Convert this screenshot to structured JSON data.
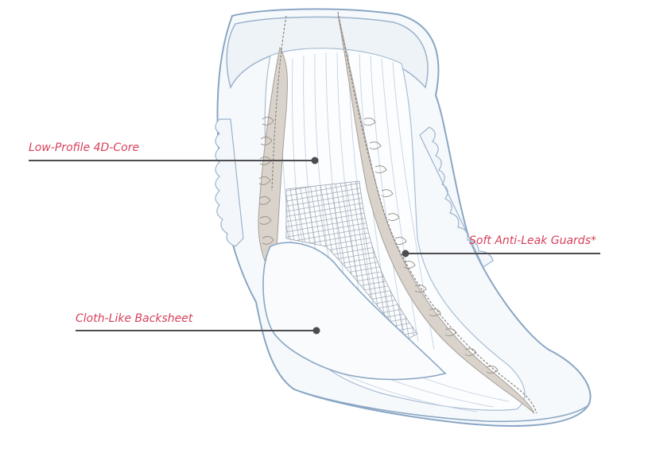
{
  "labels": {
    "core": "Low-Profile 4D-Core",
    "guards": "Soft Anti-Leak Guards*",
    "backsheet": "Cloth-Like Backsheet"
  },
  "colors": {
    "label": "#d6405a",
    "leader": "#4d4d4f",
    "outline": "#8aa6c4",
    "fill": "#f6f9fc",
    "edge_tint": "#dfe8f2",
    "guard": "#c9c3bb",
    "mesh": "#7f8794"
  },
  "icons": [
    "pad-illustration",
    "leader-dot"
  ]
}
